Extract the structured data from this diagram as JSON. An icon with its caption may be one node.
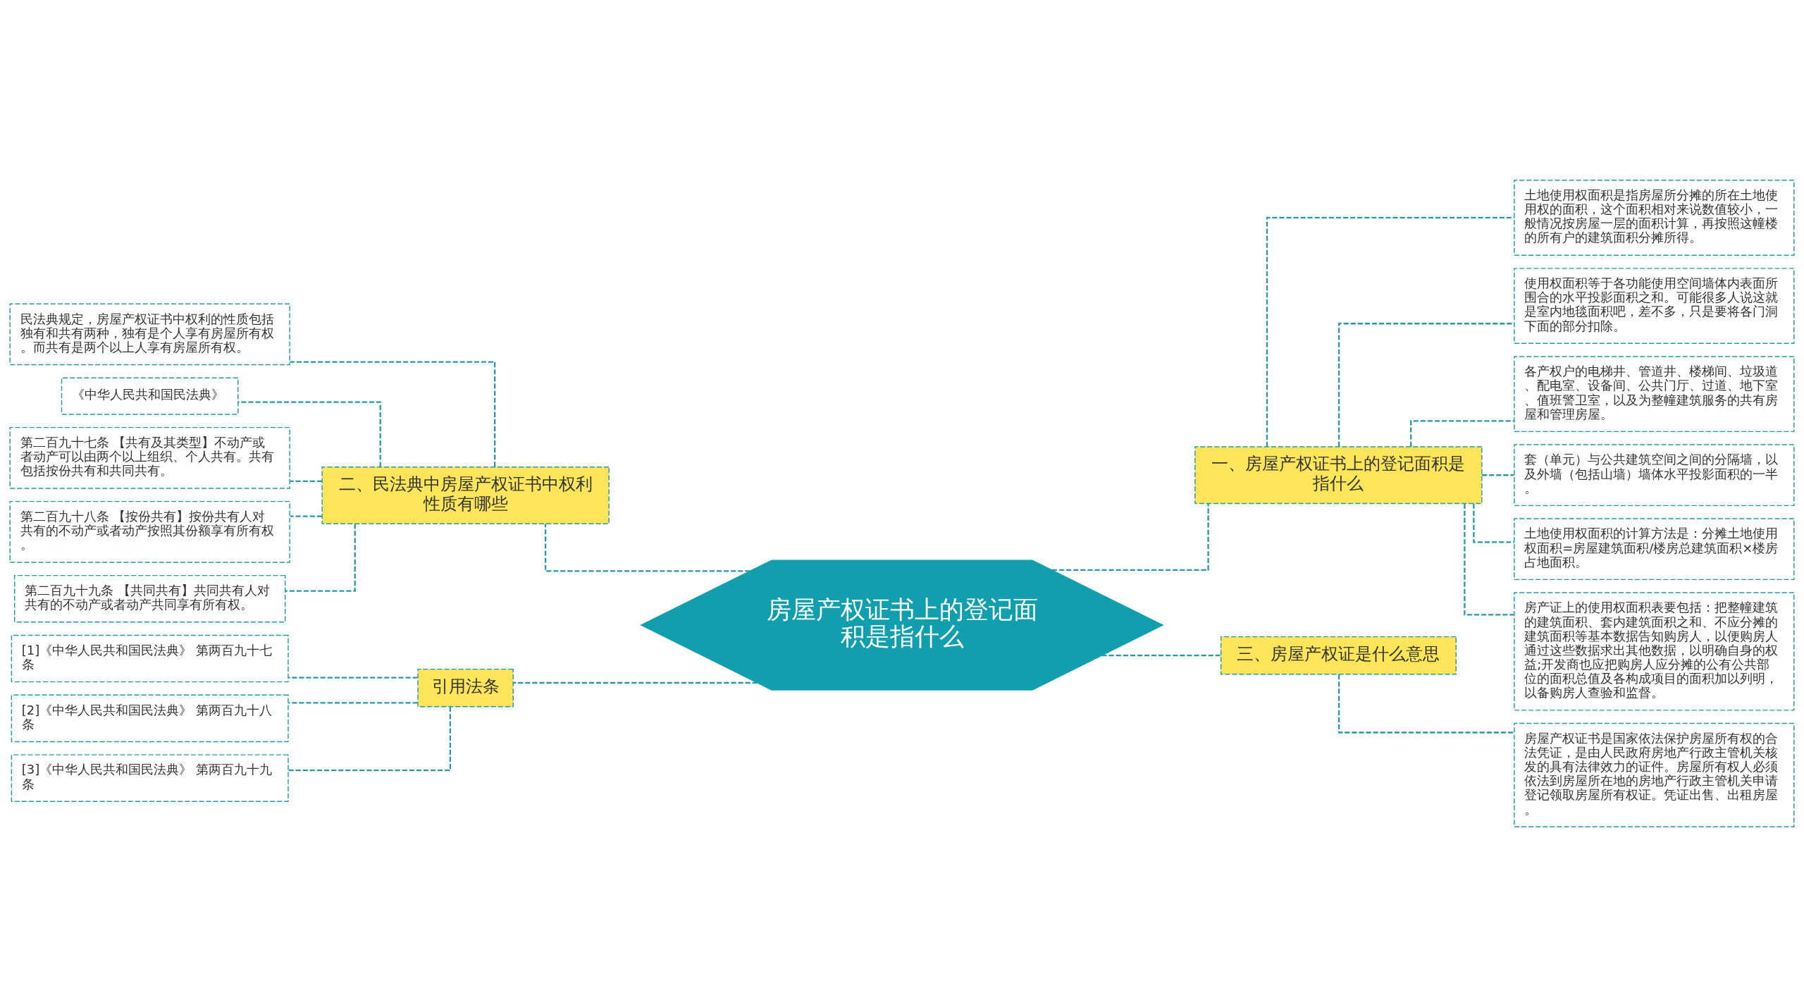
{
  "diagram": {
    "nodes": [
      {
        "text": [
          "房屋产权证书上的登记面积是指什么"
        ]
      },
      {
        "text": [
          "一、房屋产权证书上的登记面积是指什么"
        ]
      },
      {
        "text": [
          "土地使用权面积是指房屋所分摊的所在土地使用权的面积，这个面积相对来说数值较小，一般情况按房屋一层的面积计算，再按照这幢楼的所有户的建筑面积分摊所得。"
        ]
      },
      {
        "text": [
          "使用权面积等于各功能使用空间墙体内表面所围合的水平投影面积之和。可能很多人说这就是室内地毯面积吧，差不多，只是要将各门洞下面的部分扣除。"
        ]
      },
      {
        "text": [
          "各产权户的电梯井、管道井、楼梯间、垃圾道、配电室、设备间、公共门厅、过道、地下室、值班警卫室，以及为整幢建筑服务的共有房屋和管理房屋。"
        ]
      },
      {
        "text": [
          "套（单元）与公共建筑空间之间的分隔墙，以及外墙（包括山墙）墙体水平投影面积的一半。"
        ]
      },
      {
        "text": [
          "土地使用权面积的计算方法是：分摊土地使用权面积=房屋建筑面积/楼房总建筑面积×楼房占地面积。"
        ]
      },
      {
        "text": [
          "房产证上的使用权面积表要包括：把整幢建筑的建筑面积、套内建筑面积之和、不应分摊的建筑面积等基本数据告知购房人，以便购房人通过这些数据求出其他数据，以明确自身的权益;开发商也应把购房人应分摊的公有公共部位的面积总值及各构成项目的面积加以列明，以备购房人查验和监督。"
        ]
      },
      {
        "text": [
          "二、民法典中房屋产权证书中权利性质有哪些"
        ]
      },
      {
        "text": [
          "民法典规定，房屋产权证书中权利的性质包括独有和共有两种，独有是个人享有房屋所有权。而共有是两个以上人享有房屋所有权。"
        ]
      },
      {
        "text": [
          "《中华人民共和国民法典》"
        ]
      },
      {
        "text": [
          "第二百九十七条 【共有及其类型】不动产或者动产可以由两个以上组织、个人共有。共有包括按份共有和共同共有。"
        ]
      },
      {
        "text": [
          "第二百九十八条 【按份共有】按份共有人对共有的不动产或者动产按照其份额享有所有权。"
        ]
      },
      {
        "text": [
          "第二百九十九条 【共同共有】共同共有人对共有的不动产或者动产共同享有所有权。"
        ]
      },
      {
        "text": [
          "三、房屋产权证是什么意思"
        ]
      },
      {
        "text": [
          "房屋产权证书是国家依法保护房屋所有权的合法凭证，是由人民政府房地产行政主管机关核发的具有法律效力的证件。房屋所有权人必须依法到房屋所在地的房地产行政主管机关申请登记领取房屋所有权证。凭证出售、出租房屋。"
        ]
      },
      {
        "text": [
          "引用法条"
        ]
      },
      {
        "text": [
          "[1]《中华人民共和国民法典》 第两百九十七条"
        ]
      },
      {
        "text": [
          "[2]《中华人民共和国民法典》 第两百九十八条"
        ]
      },
      {
        "text": [
          "[3]《中华人民共和国民法典》 第两百九十九条"
        ]
      }
    ],
    "edges": [
      {
        "from": 0,
        "to": 1,
        "arrow": "none",
        "style": "dashed"
      },
      {
        "from": 1,
        "to": 2,
        "arrow": "none",
        "style": "dashed"
      },
      {
        "from": 1,
        "to": 3,
        "arrow": "none",
        "style": "dashed"
      },
      {
        "from": 1,
        "to": 4,
        "arrow": "none",
        "style": "dashed"
      },
      {
        "from": 1,
        "to": 5,
        "arrow": "none",
        "style": "dashed"
      },
      {
        "from": 1,
        "to": 6,
        "arrow": "none",
        "style": "dashed"
      },
      {
        "from": 1,
        "to": 7,
        "arrow": "none",
        "style": "dashed"
      },
      {
        "from": 0,
        "to": 8,
        "arrow": "none",
        "style": "dashed"
      },
      {
        "from": 8,
        "to": 9,
        "arrow": "none",
        "style": "dashed"
      },
      {
        "from": 8,
        "to": 10,
        "arrow": "none",
        "style": "dashed"
      },
      {
        "from": 8,
        "to": 11,
        "arrow": "none",
        "style": "dashed"
      },
      {
        "from": 8,
        "to": 12,
        "arrow": "none",
        "style": "dashed"
      },
      {
        "from": 8,
        "to": 13,
        "arrow": "none",
        "style": "dashed"
      },
      {
        "from": 0,
        "to": 14,
        "arrow": "none",
        "style": "dashed"
      },
      {
        "from": 14,
        "to": 15,
        "arrow": "none",
        "style": "dashed"
      },
      {
        "from": 0,
        "to": 16,
        "arrow": "none",
        "style": "dashed"
      },
      {
        "from": 16,
        "to": 17,
        "arrow": "none",
        "style": "dashed"
      },
      {
        "from": 16,
        "to": 18,
        "arrow": "none",
        "style": "dashed"
      },
      {
        "from": 16,
        "to": 19,
        "arrow": "none",
        "style": "dashed"
      }
    ]
  }
}
